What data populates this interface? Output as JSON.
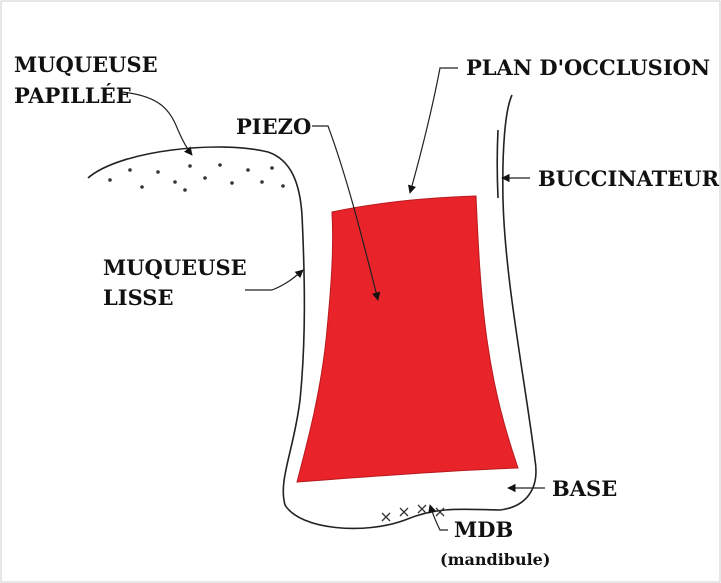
{
  "labels": {
    "muqueuse_papillee_line1": "MUQUEUSE",
    "muqueuse_papillee_line2": "PAPILLÉE",
    "plan_occlusion": "PLAN D'OCCLUSION",
    "piezo": "PIEZO",
    "buccinateur": "BUCCINATEUR",
    "muqueuse_lisse_line1": "MUQUEUSE",
    "muqueuse_lisse_line2": "LISSE",
    "base": "BASE",
    "mdb": "MDB",
    "mandibule": "(mandibule)"
  },
  "colors": {
    "piezo_fill": "#e8232a",
    "line": "#222222",
    "background": "#ffffff"
  }
}
